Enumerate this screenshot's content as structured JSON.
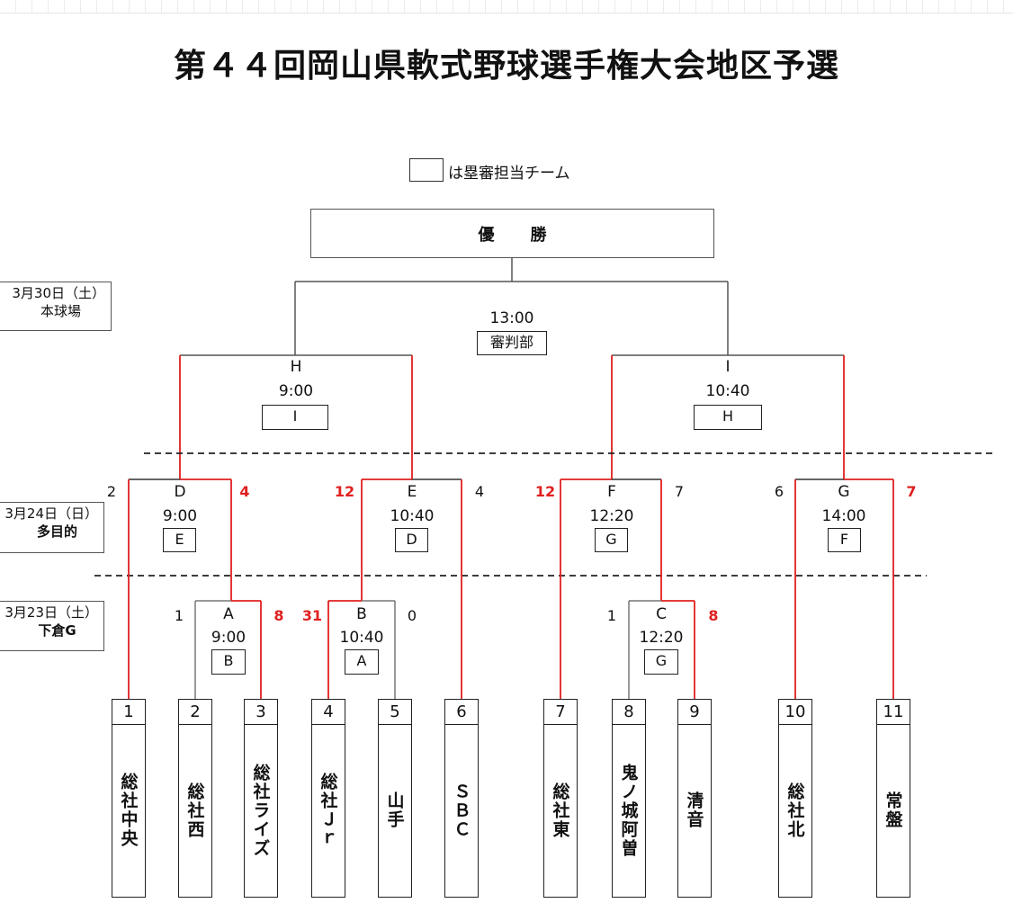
{
  "title": "第４４回岡山県軟式野球選手権大会地区予選",
  "legend": {
    "text": "は塁審担当チーム"
  },
  "champion_label": "優勝",
  "dates": [
    {
      "line1": "3月30日（土）",
      "line2": "本球場"
    },
    {
      "line1": "3月24日（日）",
      "line2": "多目的"
    },
    {
      "line1": "3月23日（土）",
      "line2": "下倉G"
    }
  ],
  "colors": {
    "winner_line": "#e02020",
    "line": "#555555",
    "dashed": "#222222"
  },
  "final": {
    "time": "13:00",
    "umpire": "審判部"
  },
  "matches": {
    "H": {
      "label": "H",
      "time": "9:00",
      "umpire": "I"
    },
    "I": {
      "label": "I",
      "time": "10:40",
      "umpire": "H"
    },
    "D": {
      "label": "D",
      "time": "9:00",
      "umpire": "E",
      "score_left": "2",
      "score_right": "4",
      "winner": "right"
    },
    "E": {
      "label": "E",
      "time": "10:40",
      "umpire": "D",
      "score_left": "12",
      "score_right": "4",
      "winner": "left"
    },
    "F": {
      "label": "F",
      "time": "12:20",
      "umpire": "G",
      "score_left": "12",
      "score_right": "7",
      "winner": "left"
    },
    "G": {
      "label": "G",
      "time": "14:00",
      "umpire": "F",
      "score_left": "6",
      "score_right": "7",
      "winner": "right"
    },
    "A": {
      "label": "A",
      "time": "9:00",
      "umpire": "B",
      "score_left": "1",
      "score_right": "8",
      "winner": "right"
    },
    "B": {
      "label": "B",
      "time": "10:40",
      "umpire": "A",
      "score_left": "31",
      "score_right": "0",
      "winner": "left"
    },
    "C": {
      "label": "C",
      "time": "12:20",
      "umpire": "G",
      "score_left": "1",
      "score_right": "8",
      "winner": "right"
    }
  },
  "teams": [
    {
      "num": "1",
      "name": "総社中央"
    },
    {
      "num": "2",
      "name": "総社西"
    },
    {
      "num": "3",
      "name": "総社ライズ"
    },
    {
      "num": "4",
      "name": "総社Ｊｒ"
    },
    {
      "num": "5",
      "name": "山手"
    },
    {
      "num": "6",
      "name": "ＳＢＣ"
    },
    {
      "num": "7",
      "name": "総社東"
    },
    {
      "num": "8",
      "name": "鬼ノ城阿曽"
    },
    {
      "num": "9",
      "name": "清音"
    },
    {
      "num": "10",
      "name": "総社北"
    },
    {
      "num": "11",
      "name": "常盤"
    }
  ]
}
